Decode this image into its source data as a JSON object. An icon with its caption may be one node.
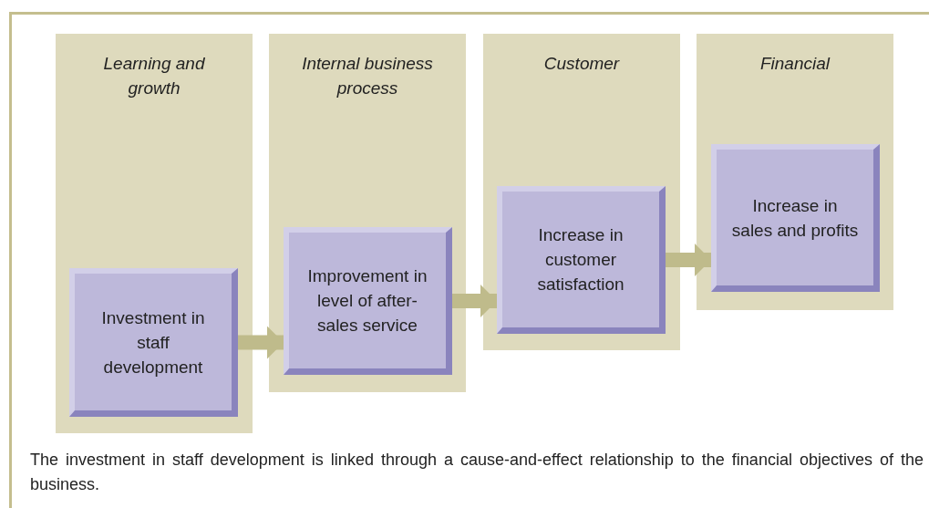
{
  "diagram": {
    "caption": "The investment in staff development is linked through a cause-and-effect relationship to the financial objectives of the business.",
    "nodes": [
      {
        "text": [
          "Learning and growth"
        ]
      },
      {
        "text": [
          "Internal business process"
        ]
      },
      {
        "text": [
          "Customer"
        ]
      },
      {
        "text": [
          "Financial"
        ]
      },
      {
        "text": [
          "Investment in staff development"
        ],
        "in": 0
      },
      {
        "text": [
          "Improvement in level of after-sales service"
        ],
        "in": 1
      },
      {
        "text": [
          "Increase in customer satisfaction"
        ],
        "in": 2
      },
      {
        "text": [
          "Increase in sales and profits"
        ],
        "in": 3
      }
    ],
    "edges": [
      {
        "from": 4,
        "to": 5,
        "arrow": "to"
      },
      {
        "from": 5,
        "to": 6,
        "arrow": "to"
      },
      {
        "from": 6,
        "to": 7,
        "arrow": "to"
      }
    ]
  }
}
